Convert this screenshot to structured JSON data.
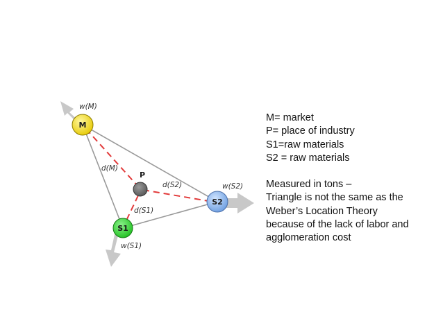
{
  "diagram": {
    "nodes": {
      "m": {
        "label": "M",
        "color": "#f5e21c"
      },
      "p": {
        "label": "P",
        "color": "#6e6e6e"
      },
      "s1": {
        "label": "S1",
        "color": "#33d633"
      },
      "s2": {
        "label": "S2",
        "color": "#8fb8f0"
      }
    },
    "edge_labels": {
      "w_m": "w(M)",
      "d_m": "d(M)",
      "d_s1": "d(S1)",
      "d_s2": "d(S2)",
      "w_s2": "w(S2)",
      "w_s1": "w(S1)"
    },
    "colors": {
      "triangle": "#9a9a9a",
      "dashed": "#e23a3a",
      "arrow": "#c8c8c8"
    }
  },
  "legend": {
    "lines_top": [
      "M= market",
      "P= place of industry",
      "S1=raw materials",
      "S2 = raw materials"
    ],
    "lines_bottom": [
      "Measured in tons –",
      "Triangle is not the same as the",
      "Weber’s Location Theory",
      "because of the lack of labor and",
      "agglomeration cost"
    ]
  }
}
